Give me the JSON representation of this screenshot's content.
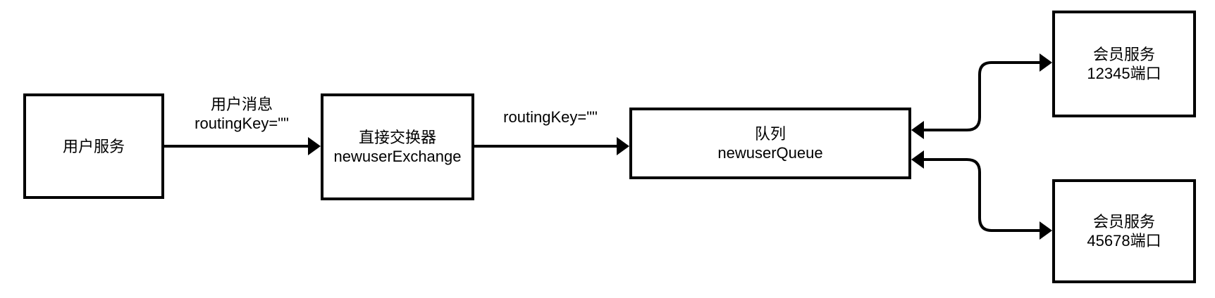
{
  "colors": {
    "stroke": "#000000",
    "background": "#ffffff",
    "text": "#000000"
  },
  "nodes": {
    "user_service": {
      "label": "用户服务"
    },
    "exchange": {
      "line1": "直接交换器",
      "line2": "newuserExchange"
    },
    "queue": {
      "line1": "队列",
      "line2": "newuserQueue"
    },
    "member1": {
      "line1": "会员服务",
      "line2": "12345端口"
    },
    "member2": {
      "line1": "会员服务",
      "line2": "45678端口"
    }
  },
  "edges": {
    "user_to_exchange": {
      "line1": "用户消息",
      "line2": "routingKey=\"\""
    },
    "exchange_to_queue": {
      "label": "routingKey=\"\""
    }
  }
}
